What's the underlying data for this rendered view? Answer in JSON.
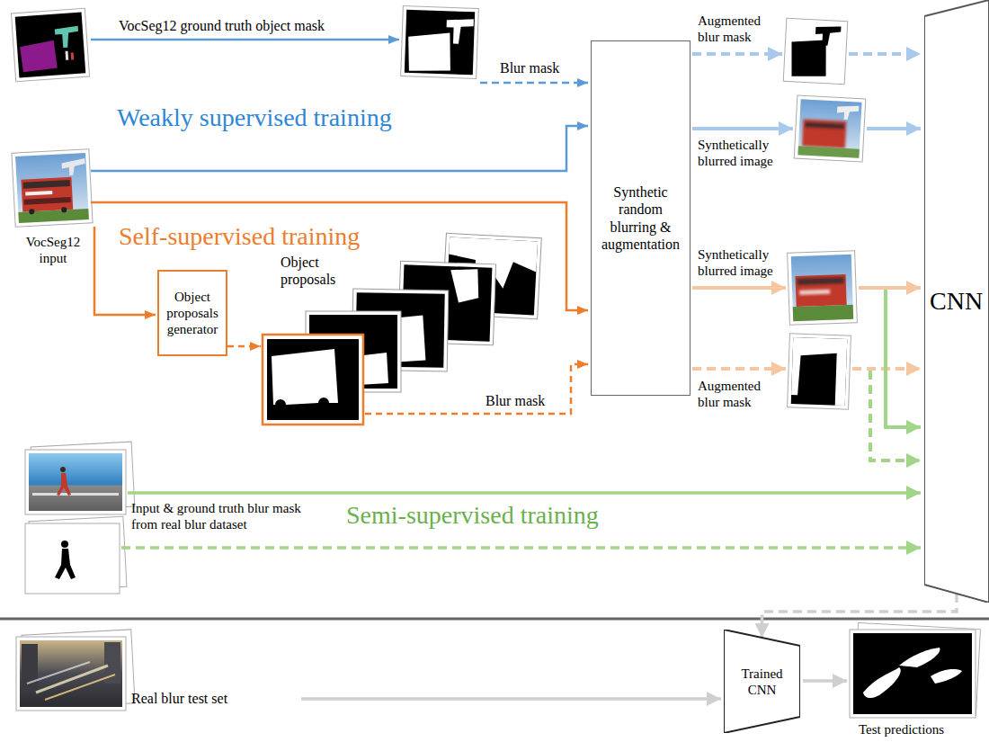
{
  "diagram": {
    "nodes": [
      {
        "text": [
          "Object proposals generator"
        ]
      },
      {
        "text": [
          "Synthetic random blurring & augmentation"
        ]
      },
      {
        "text": [
          "CNN"
        ]
      },
      {
        "text": [
          "Trained CNN"
        ]
      }
    ],
    "edges": [
      {
        "from": 2,
        "to": 3,
        "arrow": "to"
      }
    ],
    "labels": [
      "VocSeg12 ground truth object mask",
      "Blur mask",
      "Weakly supervised training",
      "VocSeg12 input",
      "Self-supervised training",
      "Object proposals",
      "Blur mask",
      "Augmented blur mask",
      "Synthetically blurred image",
      "Synthetically blurred image",
      "Augmented blur mask",
      "Input & ground truth blur mask from real blur dataset",
      "Semi-supervised training",
      "Real blur test set",
      "Test predictions"
    ]
  }
}
